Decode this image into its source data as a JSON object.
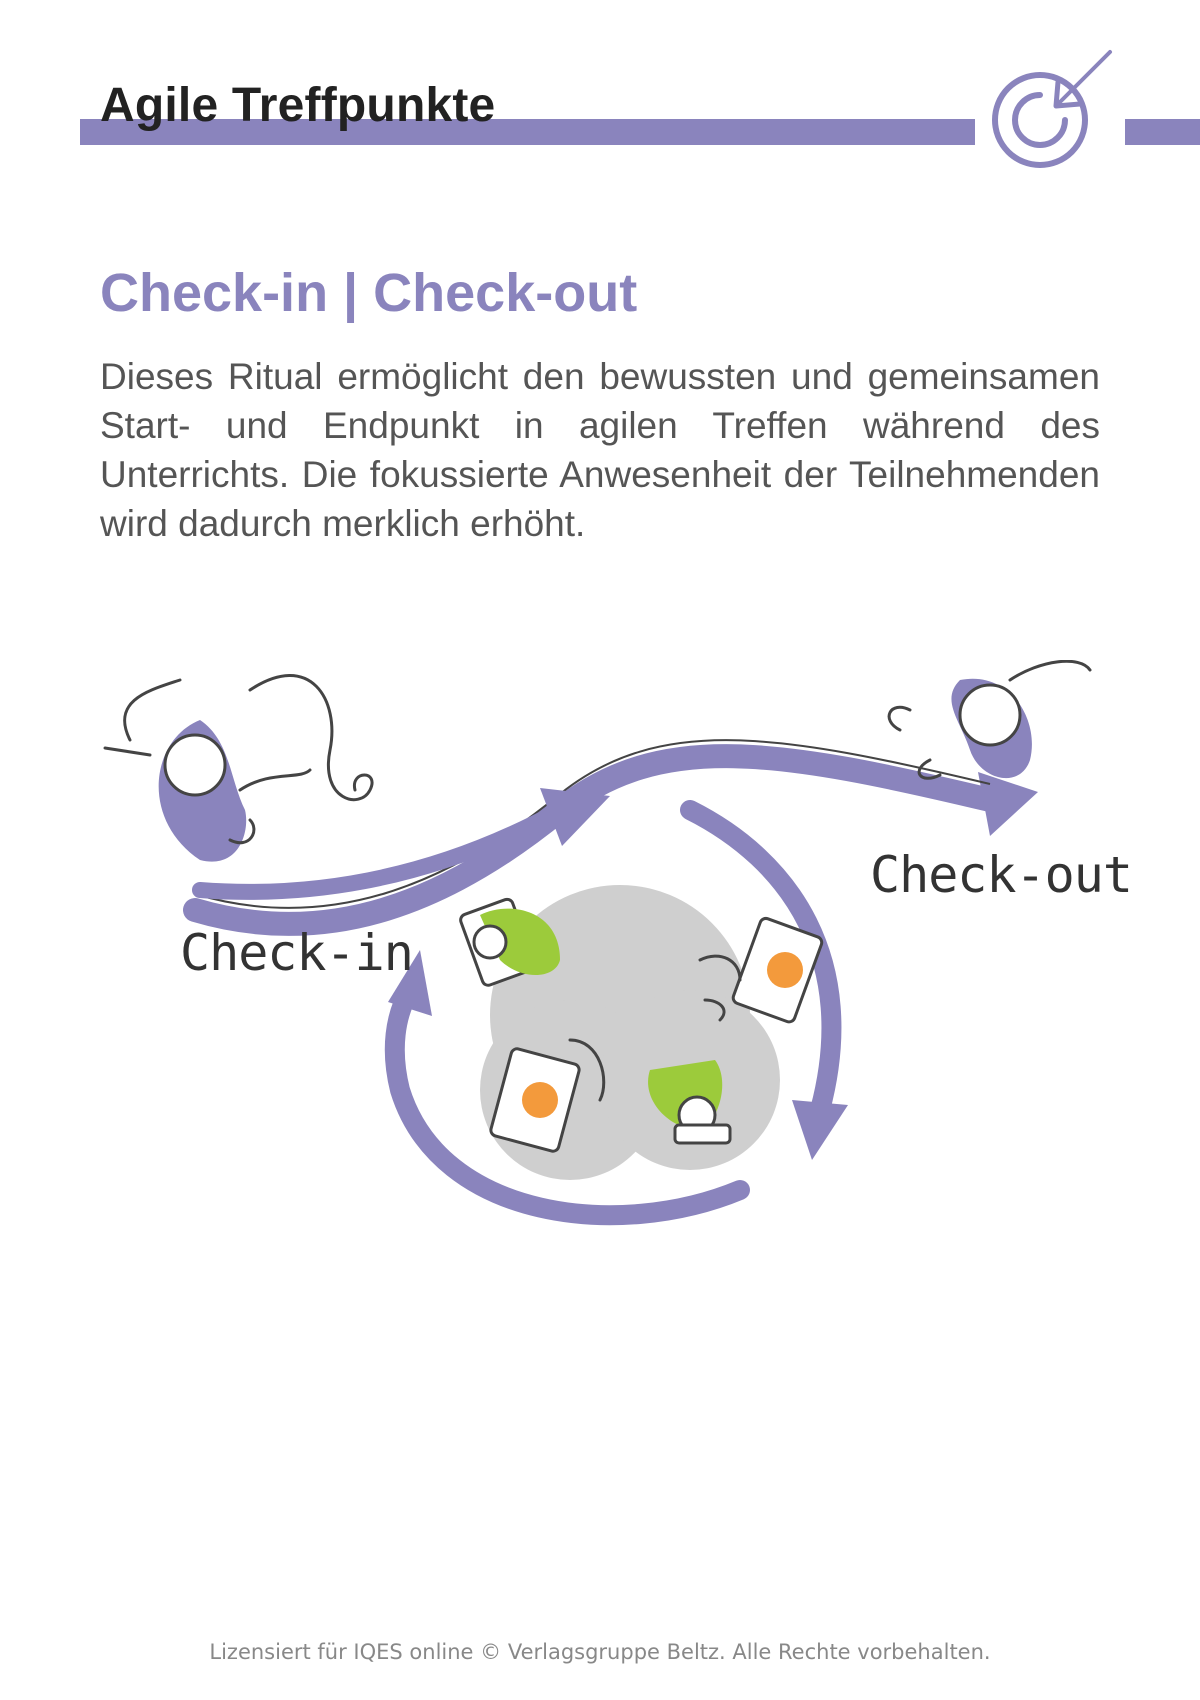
{
  "header": {
    "title": "Agile Treffpunkte",
    "accent_color": "#8a84bd",
    "icon": "target-arrow-icon"
  },
  "section": {
    "title": "Check-in | Check-out",
    "body": "Dieses Ritual ermöglicht den bewussten und gemeinsamen Start- und Endpunkt in agilen Treffen während des Unterrichts. Die fokussierte Anwesenheit der Teilnehmenden wird dadurch merklich erhöht."
  },
  "illustration": {
    "label_checkin": "Check-in",
    "label_checkout": "Check-out",
    "colors": {
      "arrow": "#8a84bd",
      "table": "#cfcfcf",
      "person_green": "#9ccb3b",
      "person_orange": "#f39a3c",
      "line": "#444444"
    }
  },
  "footer": {
    "text": "Lizensiert für IQES online © Verlagsgruppe Beltz. Alle Rechte vorbehalten."
  }
}
